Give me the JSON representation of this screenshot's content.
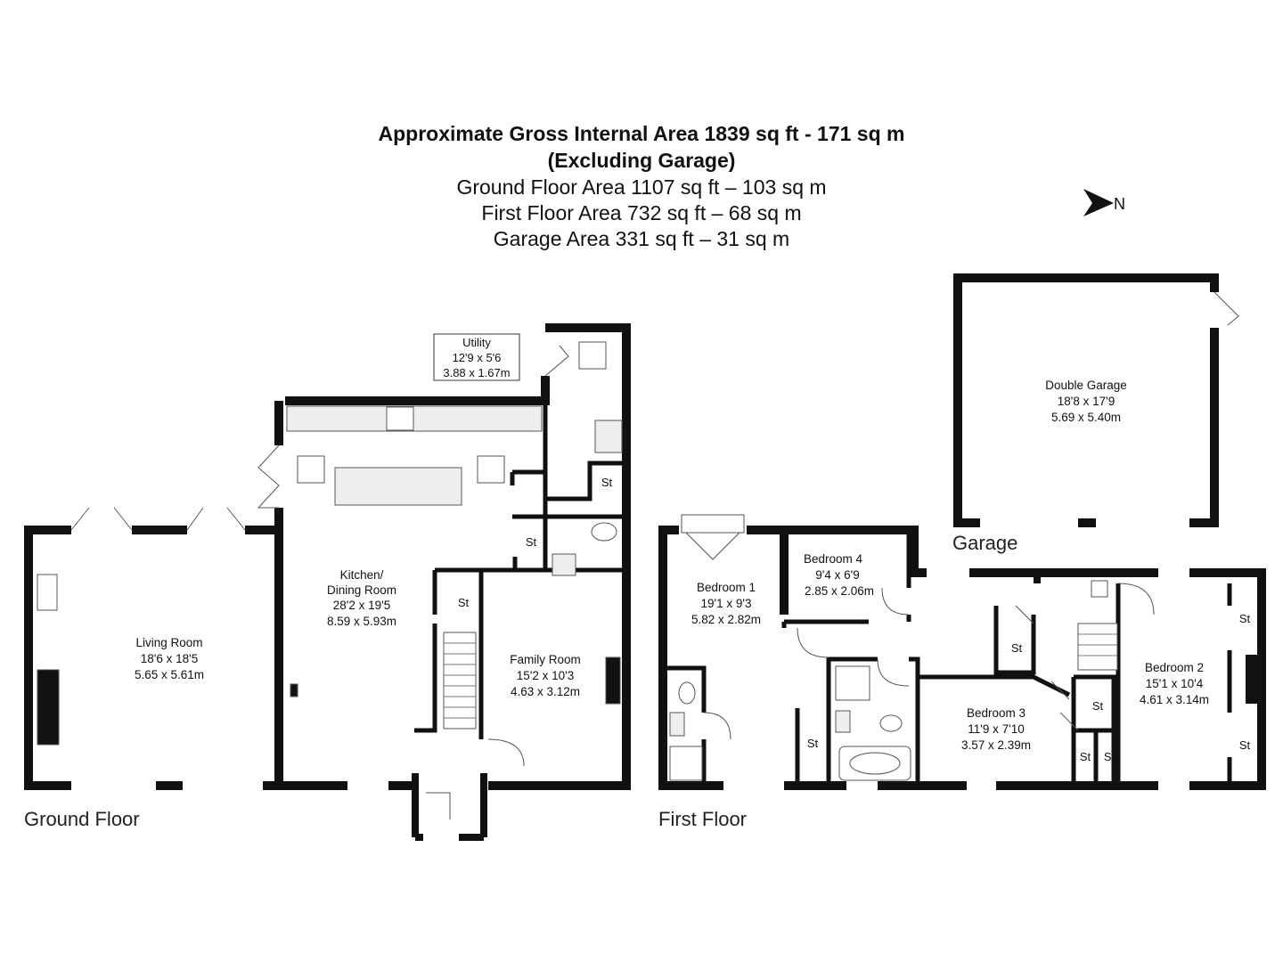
{
  "header": {
    "line1": "Approximate Gross Internal Area 1839 sq ft - 171 sq m",
    "line2": "(Excluding Garage)",
    "line3": "Ground Floor Area 1107 sq ft – 103 sq m",
    "line4": "First Floor Area 732 sq ft – 68 sq m",
    "line5": "Garage Area 331 sq ft – 31 sq m"
  },
  "compass": {
    "label": "N"
  },
  "floors": {
    "ground": "Ground Floor",
    "first": "First Floor",
    "garage": "Garage"
  },
  "rooms": {
    "utility": {
      "name": "Utility",
      "imperial": "12'9 x 5'6",
      "metric": "3.88 x 1.67m"
    },
    "kitchen": {
      "name": "Kitchen/",
      "name2": "Dining Room",
      "imperial": "28'2 x 19'5",
      "metric": "8.59 x 5.93m"
    },
    "living": {
      "name": "Living Room",
      "imperial": "18'6 x 18'5",
      "metric": "5.65 x 5.61m"
    },
    "family": {
      "name": "Family Room",
      "imperial": "15'2 x 10'3",
      "metric": "4.63 x 3.12m"
    },
    "bedroom1": {
      "name": "Bedroom 1",
      "imperial": "19'1 x 9'3",
      "metric": "5.82 x 2.82m"
    },
    "bedroom4": {
      "name": "Bedroom 4",
      "imperial": "9'4 x 6'9",
      "metric": "2.85 x 2.06m"
    },
    "bedroom3": {
      "name": "Bedroom 3",
      "imperial": "11'9 x 7'10",
      "metric": "3.57 x 2.39m"
    },
    "bedroom2": {
      "name": "Bedroom 2",
      "imperial": "15'1 x 10'4",
      "metric": "4.61 x 3.14m"
    },
    "garage": {
      "name": "Double Garage",
      "imperial": "18'8 x 17'9",
      "metric": "5.69 x 5.40m"
    }
  },
  "storage_label": "St",
  "colors": {
    "wall": "#111111",
    "line": "#555555",
    "fixture": "#eeeeee"
  }
}
